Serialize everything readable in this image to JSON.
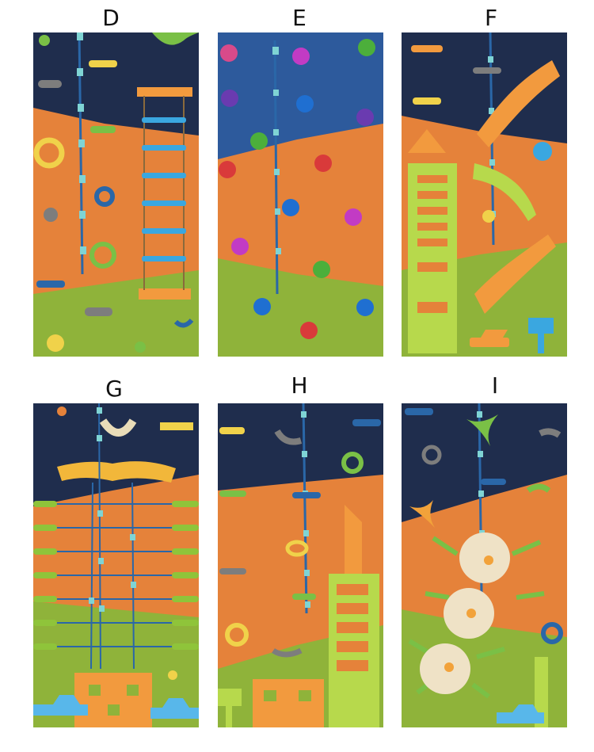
{
  "panels": [
    {
      "label": "D"
    },
    {
      "label": "E"
    },
    {
      "label": "F"
    },
    {
      "label": "G"
    },
    {
      "label": "H"
    },
    {
      "label": "I"
    }
  ],
  "colors": {
    "navy": "#1f2d4d",
    "blue": "#2d5a9c",
    "orange": "#e5823a",
    "lime": "#8fb33a",
    "rope": "#2a67a8",
    "bead": "#7fd4d4",
    "ladder_rail": "#8a6a3c",
    "rung": "#3aa7e0",
    "board_orange": "#f29a3e",
    "board_lime": "#b7d94c"
  }
}
